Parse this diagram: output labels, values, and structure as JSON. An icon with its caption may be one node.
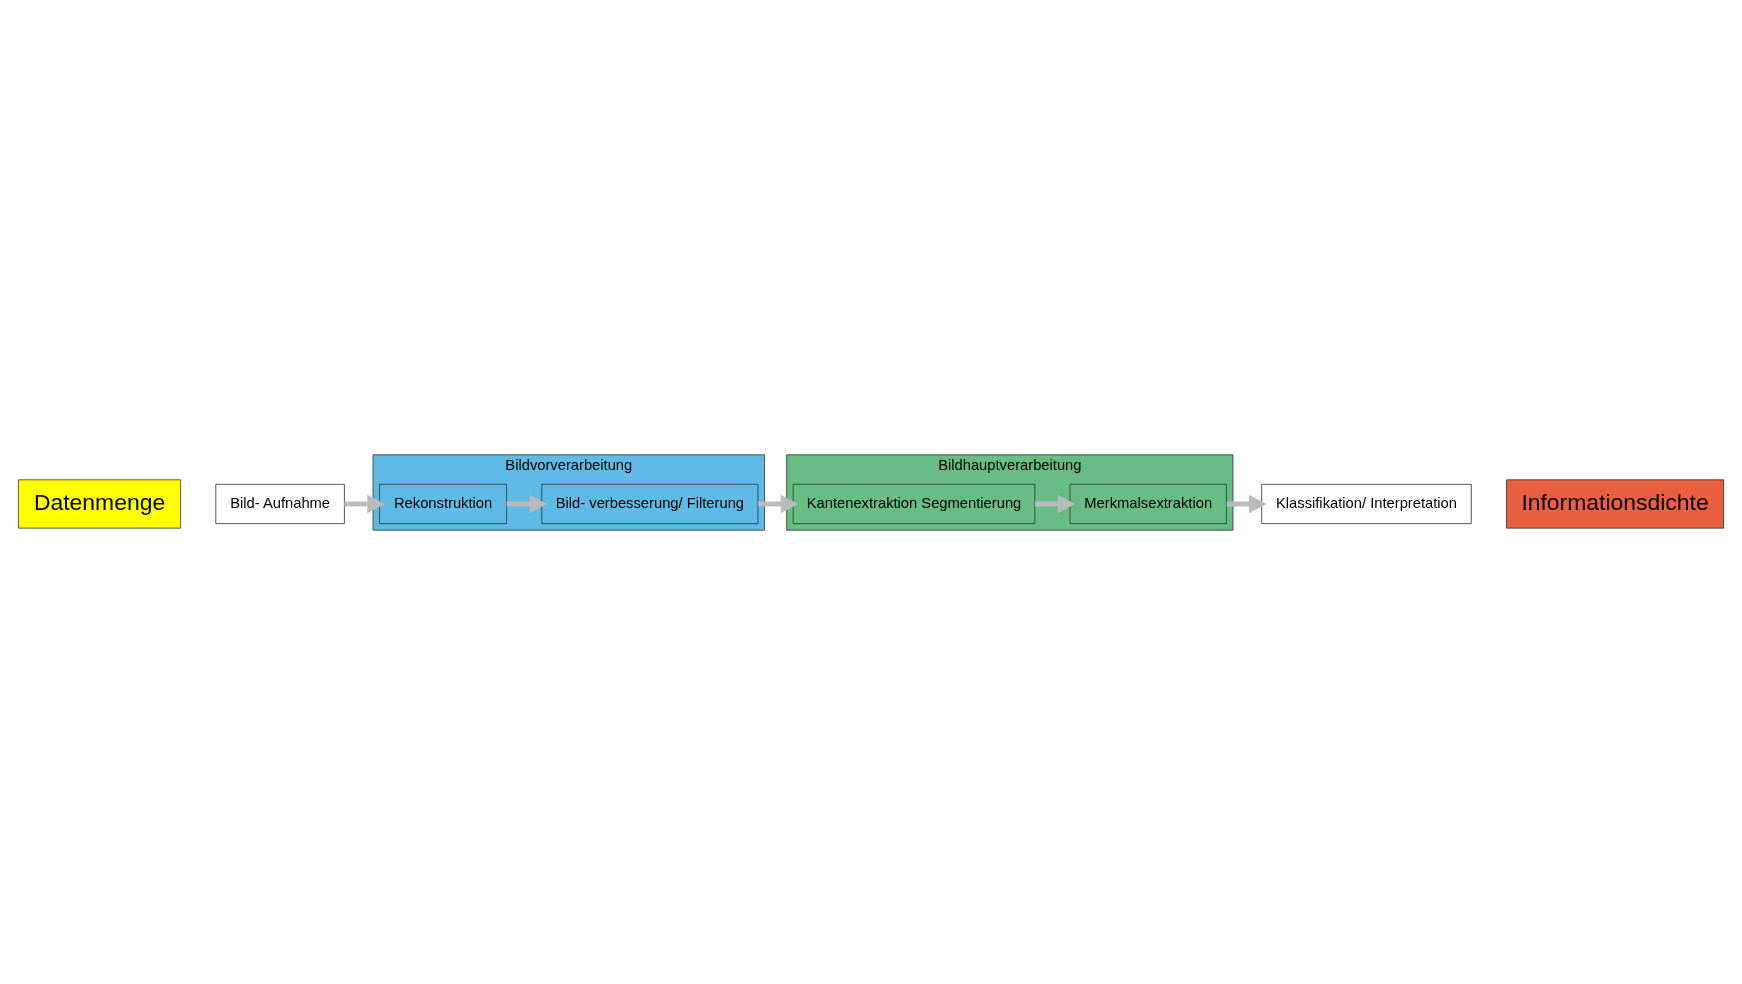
{
  "diagram": {
    "nodes": [
      {
        "text": [
          "Datenmenge"
        ]
      },
      {
        "text": [
          "Bild- Aufnahme"
        ]
      },
      {
        "text": [
          "Bildvorverarbeitung"
        ]
      },
      {
        "text": [
          "Rekonstruktion"
        ],
        "in": 2
      },
      {
        "text": [
          "Bild- verbesserung/ Filterung"
        ],
        "in": 2
      },
      {
        "text": [
          "Bildhauptverarbeitung"
        ]
      },
      {
        "text": [
          "Kantenextraktion Segmentierung"
        ],
        "in": 5
      },
      {
        "text": [
          "Merkmalsextraktion"
        ],
        "in": 5
      },
      {
        "text": [
          "Klassifikation/ Interpretation"
        ]
      },
      {
        "text": [
          "Informationsdichte"
        ]
      }
    ],
    "edges": [
      {
        "from": 1,
        "to": 3,
        "arrow": "to"
      },
      {
        "from": 3,
        "to": 4,
        "arrow": "to"
      },
      {
        "from": 4,
        "to": 6,
        "arrow": "to"
      },
      {
        "from": 6,
        "to": 7,
        "arrow": "to"
      },
      {
        "from": 7,
        "to": 8,
        "arrow": "to"
      }
    ]
  }
}
